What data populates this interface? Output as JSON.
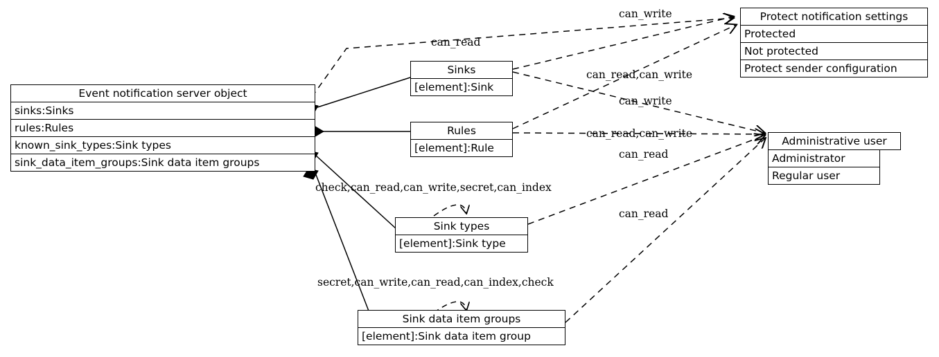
{
  "diagram": {
    "title": "Event notification server object",
    "type": "uml-class-diagram",
    "background": "#ffffff",
    "line_color": "#000000"
  },
  "nodes": {
    "server": {
      "name": "Event notification server object",
      "header": "Event notification server object",
      "attributes": [
        "sinks:Sinks",
        "rules:Rules",
        "known_sink_types:Sink types",
        "sink_data_item_groups:Sink data item groups"
      ]
    },
    "sinks": {
      "header": "Sinks",
      "attributes": [
        "[element]:Sink"
      ]
    },
    "rules": {
      "header": "Rules",
      "attributes": [
        "[element]:Rule"
      ]
    },
    "sink_types": {
      "header": "Sink types",
      "attributes": [
        "[element]:Sink type"
      ]
    },
    "sink_data_item_groups": {
      "header": "Sink data item groups",
      "attributes": [
        "[element]:Sink data item group"
      ]
    },
    "protect_notification_settings": {
      "header": "Protect notification settings",
      "attributes": [
        "Protected",
        "Not protected",
        "Protect sender configuration"
      ]
    },
    "administrative_user": {
      "header": "Administrative user",
      "attributes": [
        "Administrator",
        "Regular user"
      ]
    }
  },
  "edge_labels": {
    "can_write_top": "can_write",
    "can_read_top": "can_read",
    "sinks_to_admin": "can_read,can_write",
    "rules_can_write": "can_write",
    "rules_to_admin": "can_read,can_write",
    "sink_types_can_read": "can_read",
    "sink_types_self": "check,can_read,can_write,secret,can_index",
    "groups_can_read": "can_read",
    "groups_self": "secret,can_write,can_read,can_index,check"
  }
}
